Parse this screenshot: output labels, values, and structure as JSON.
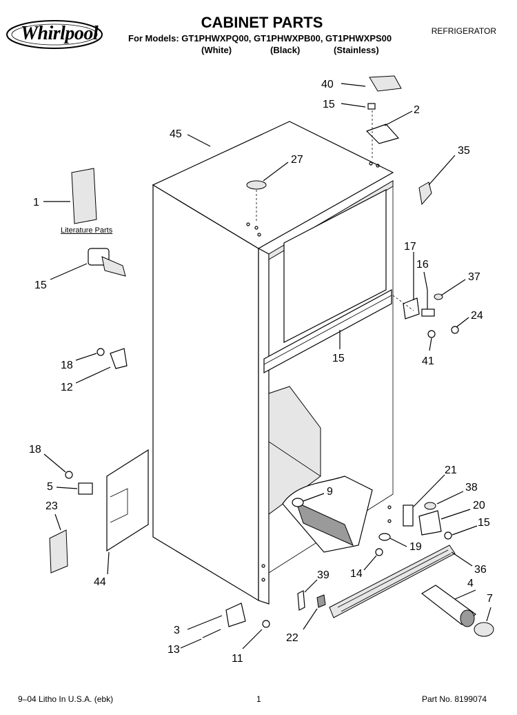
{
  "header": {
    "brand": "Whirlpool",
    "title": "CABINET PARTS",
    "models_line": "For Models: GT1PHWXPQ00, GT1PHWXPB00, GT1PHWXPS00",
    "variants": [
      "(White)",
      "(Black)",
      "(Stainless)"
    ],
    "category": "REFRIGERATOR"
  },
  "diagram": {
    "literature_label": "Literature Parts",
    "callouts": [
      "40",
      "15",
      "2",
      "45",
      "27",
      "35",
      "1",
      "17",
      "16",
      "37",
      "15",
      "24",
      "15",
      "41",
      "18",
      "12",
      "18",
      "5",
      "21",
      "23",
      "9",
      "38",
      "20",
      "15",
      "19",
      "44",
      "14",
      "36",
      "39",
      "4",
      "7",
      "3",
      "22",
      "13",
      "11"
    ]
  },
  "footer": {
    "litho": "9–04 Litho In U.S.A. (ebk)",
    "page": "1",
    "part_number": "Part No. 8199074"
  }
}
